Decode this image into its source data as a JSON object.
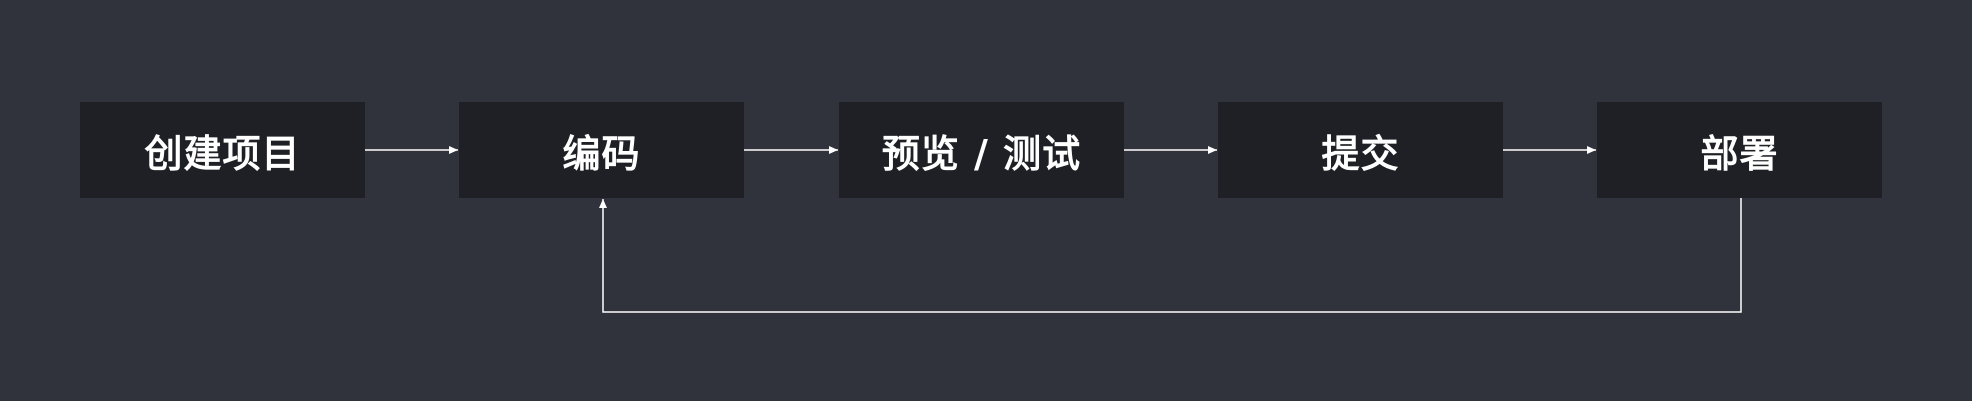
{
  "diagram": {
    "steps": [
      {
        "id": "create",
        "label": "创建项目"
      },
      {
        "id": "code",
        "label": "编码"
      },
      {
        "id": "preview-test",
        "label": "预览 / 测试"
      },
      {
        "id": "commit",
        "label": "提交"
      },
      {
        "id": "deploy",
        "label": "部署"
      }
    ],
    "edges": [
      {
        "from": "create",
        "to": "code"
      },
      {
        "from": "code",
        "to": "preview-test"
      },
      {
        "from": "preview-test",
        "to": "commit"
      },
      {
        "from": "commit",
        "to": "deploy"
      },
      {
        "from": "deploy",
        "to": "code",
        "kind": "loop-back"
      }
    ],
    "colors": {
      "background": "#30333b",
      "box": "#1f2025",
      "text": "#ffffff",
      "connector": "#ffffff"
    }
  }
}
